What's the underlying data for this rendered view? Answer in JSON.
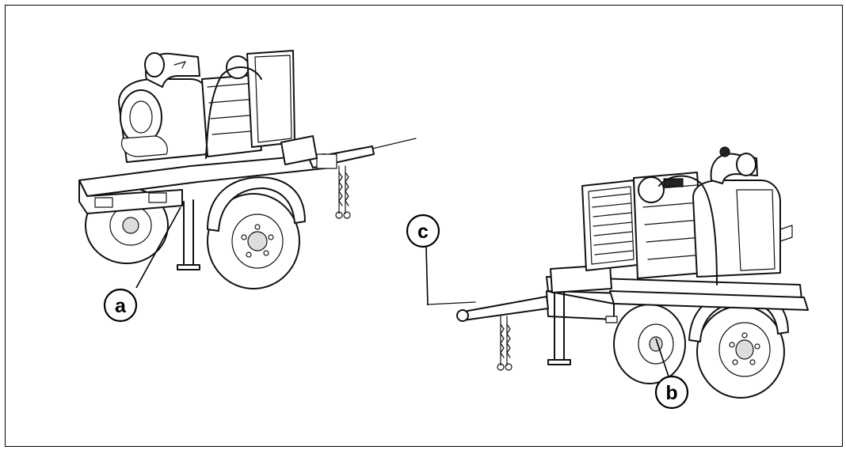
{
  "callouts": {
    "a": "a",
    "b": "b",
    "c": "c"
  },
  "colors": {
    "line": "#111111",
    "background": "#ffffff",
    "border": "#000000"
  }
}
